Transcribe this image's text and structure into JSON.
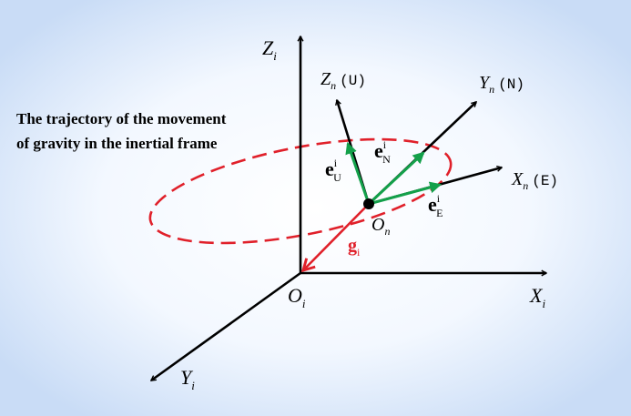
{
  "caption": {
    "line1": "The trajectory of the movement",
    "line2": "of gravity in the inertial frame"
  },
  "axes": {
    "Zi": {
      "base": "Z",
      "sub": "i"
    },
    "Xi": {
      "base": "X",
      "sub": "i"
    },
    "Yi": {
      "base": "Y",
      "sub": "i"
    },
    "Oi": {
      "base": "O",
      "sub": "i"
    }
  },
  "nav_axes": {
    "Zn": {
      "base": "Z",
      "sub": "n",
      "suffix": "(U)"
    },
    "Yn": {
      "base": "Y",
      "sub": "n",
      "suffix": "(N)"
    },
    "Xn": {
      "base": "X",
      "sub": "n",
      "suffix": "(E)"
    },
    "On": {
      "base": "O",
      "sub": "n"
    }
  },
  "vectors": {
    "eU": {
      "base": "e",
      "sup": "i",
      "sub": "U"
    },
    "eN": {
      "base": "e",
      "sup": "i",
      "sub": "N"
    },
    "eE": {
      "base": "e",
      "sup": "i",
      "sub": "E"
    },
    "g": {
      "base": "g",
      "sub": "i"
    }
  },
  "colors": {
    "background_edge": "#c9dcf6",
    "background_center": "#ffffff",
    "axis": "#000000",
    "unit_vector": "#13a04a",
    "gravity": "#e0202a",
    "trajectory": "#e0202a"
  }
}
